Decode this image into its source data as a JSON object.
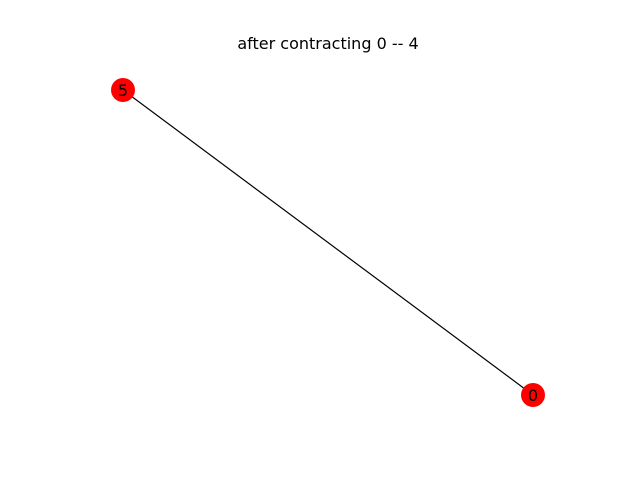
{
  "figure": {
    "title": "after contracting 0 -- 4"
  },
  "graph": {
    "node_color": "#ff0000",
    "edge_color": "#000000",
    "label_color": "#000000",
    "nodes": [
      {
        "id": "5",
        "label": "5"
      },
      {
        "id": "0",
        "label": "0"
      }
    ],
    "edges": [
      {
        "source": "5",
        "target": "0"
      }
    ]
  }
}
